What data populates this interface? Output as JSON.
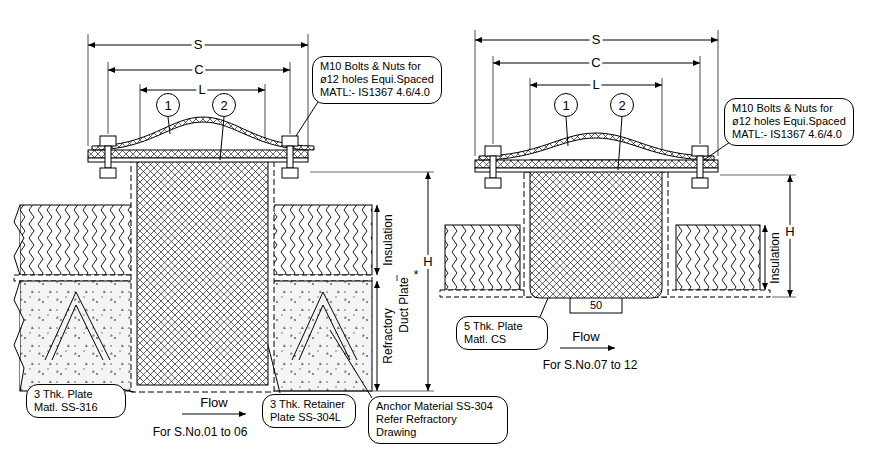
{
  "diagram": {
    "nodes": [
      {
        "text": [
          "1"
        ]
      },
      {
        "text": [
          "2"
        ]
      },
      {
        "text": [
          "M10 Bolts & Nuts for ø12 holes Equi.Spaced MATL:- IS1367 4.6/4.0"
        ]
      },
      {
        "text": [
          "3 Thk. Plate Matl. SS-316"
        ]
      },
      {
        "text": [
          "3 Thk. Retainer Plate SS-304L"
        ]
      },
      {
        "text": [
          "Anchor Material SS-304 Refer Refractory Drawing"
        ]
      },
      {
        "text": [
          "1"
        ]
      },
      {
        "text": [
          "2"
        ]
      },
      {
        "text": [
          "M10 Bolts & Nuts for ø12 holes Equi.Spaced MATL:- IS1367 4.6/4.0"
        ]
      },
      {
        "text": [
          "5 Thk. Plate Matl. CS"
        ]
      }
    ],
    "labels": [
      "S",
      "C",
      "L",
      "Insulation",
      "H",
      "Duct Plate",
      "*",
      "Refractory",
      "Flow",
      "For S.No.01 to 06",
      "S",
      "C",
      "L",
      "H",
      "Insulation",
      "50",
      "Flow",
      "For S.No.07 to 12"
    ]
  }
}
